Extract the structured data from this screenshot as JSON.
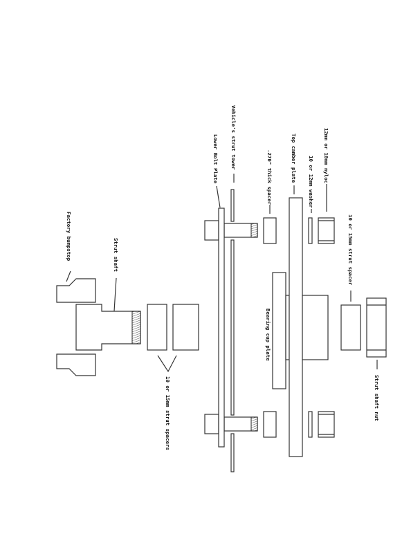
{
  "diagram": {
    "labels": {
      "vehicle_strut_tower": "Vehicle's strut tower",
      "lower_bolt_plate": "Lower Bolt Plate",
      "thick_spacer": ".270\" thick spacer",
      "top_camber_plate": "Top camber plate",
      "washer": "10 or 12mm washer",
      "nyloc": "12mm or 10mm nyloc",
      "strut_spacer": "10 or 15mm strut spacer",
      "bearing_cup_plate": "Bearing cup plate",
      "strut_shaft_nut": "Strut shaft nut",
      "factory_bumpstop": "Factory bumpstop",
      "strut_shaft": "Strut shaft",
      "strut_spacers": "10 or 15mm strut spacers"
    },
    "colors": {
      "line": "#333333",
      "background": "#ffffff"
    }
  }
}
